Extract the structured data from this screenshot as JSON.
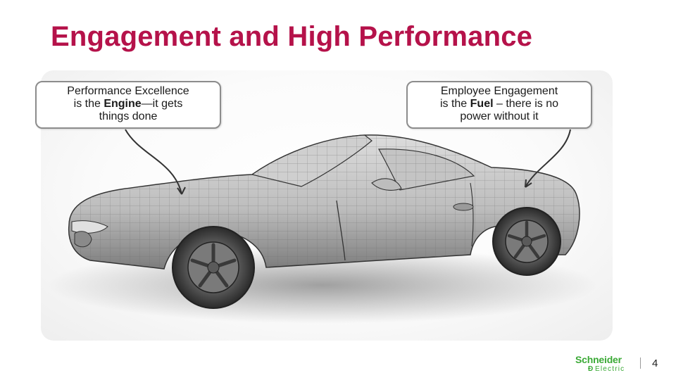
{
  "slide": {
    "title": "Engagement and High Performance",
    "page_number": "4"
  },
  "callouts": {
    "left": {
      "line1": "Performance Excellence",
      "line2_pre": "is the ",
      "line2_bold": "Engine",
      "line2_post": "—it gets",
      "line3": "things done"
    },
    "right": {
      "line1": "Employee Engagement",
      "line2_pre": "is the ",
      "line2_bold": "Fuel",
      "line2_post": " – there is no",
      "line3": "power without it"
    }
  },
  "logo": {
    "name": "Schneider",
    "sub": "Electric",
    "mark": "Ɖ"
  },
  "colors": {
    "title": "#b5124a",
    "logo": "#3aa935"
  }
}
